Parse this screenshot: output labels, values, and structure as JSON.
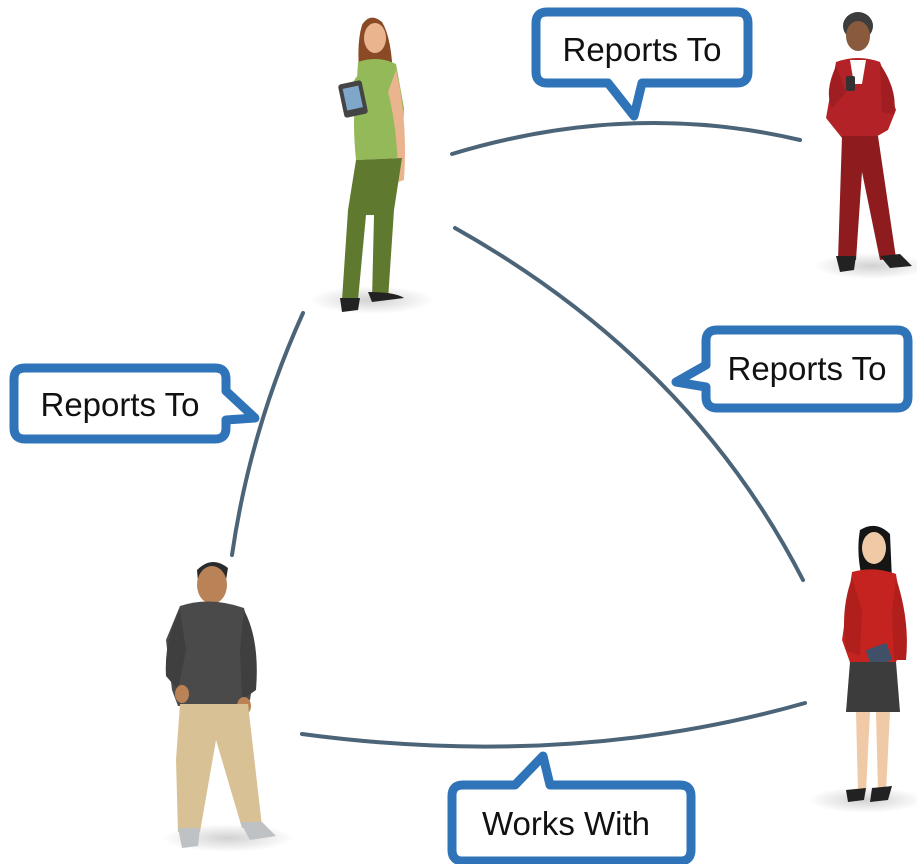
{
  "colors": {
    "connector": "#4b6478",
    "bubble_border": "#2f73b8",
    "bubble_fill": "#ffffff",
    "label_text": "#111111"
  },
  "people": [
    {
      "icon": "woman-with-phone-green-icon"
    },
    {
      "icon": "woman-in-red-suit-icon"
    },
    {
      "icon": "man-casual-shirt-icon"
    },
    {
      "icon": "woman-in-red-jacket-icon"
    }
  ],
  "relationships": {
    "top": {
      "label": "Reports To"
    },
    "diagonal": {
      "label": "Reports To"
    },
    "left": {
      "label": "Reports To"
    },
    "bottom": {
      "label": "Works With"
    }
  }
}
